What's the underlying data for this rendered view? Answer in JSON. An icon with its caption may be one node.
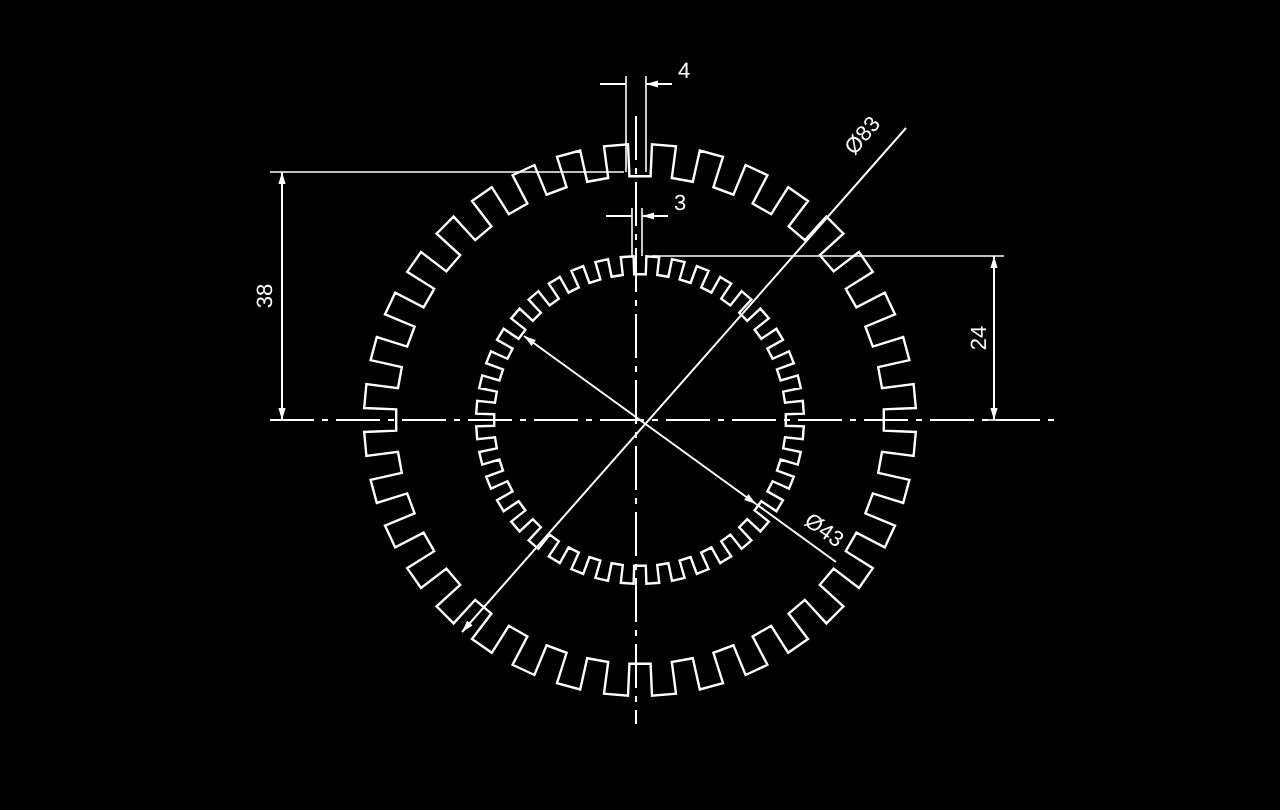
{
  "diagram": {
    "labels": [
      "4",
      "3",
      "Ø83",
      "38",
      "24",
      "Ø43"
    ]
  }
}
